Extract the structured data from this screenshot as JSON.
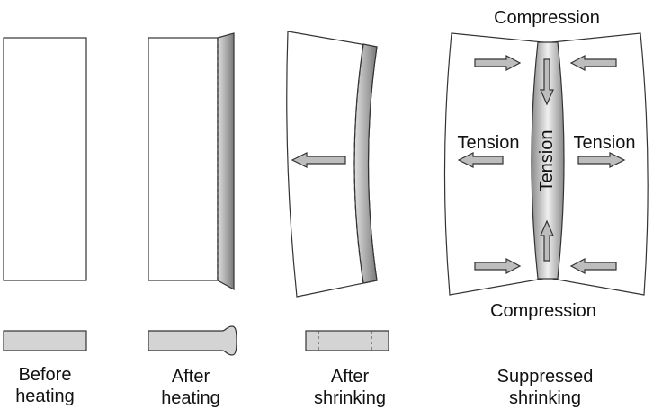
{
  "stages": [
    {
      "id": "before-heating",
      "caption": [
        "Before",
        "heating"
      ]
    },
    {
      "id": "after-heating",
      "caption": [
        "After",
        "heating"
      ]
    },
    {
      "id": "after-shrinking",
      "caption": [
        "After",
        "shrinking"
      ]
    },
    {
      "id": "suppressed-shrinking",
      "caption": [
        "Suppressed",
        "shrinking"
      ]
    }
  ],
  "labels": {
    "compression_top": "Compression",
    "compression_bottom": "Compression",
    "tension_left": "Tension",
    "tension_right": "Tension",
    "tension_center": "Tension"
  },
  "colors": {
    "outline": "#333333",
    "gray_fill": "#d4d4d4",
    "heated_strip_light": "#c8c8c8",
    "heated_strip_dark": "#7a7a7a",
    "arrow_fill": "#bdbdbd"
  }
}
